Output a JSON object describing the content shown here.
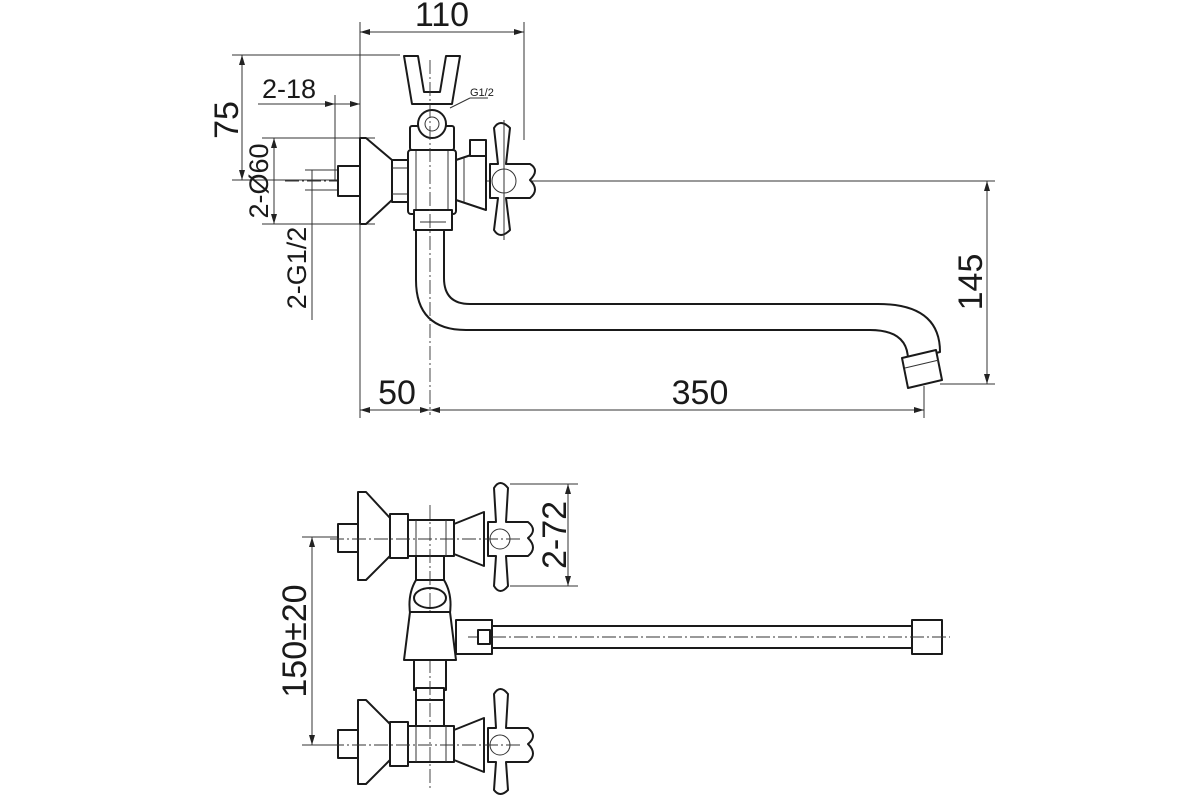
{
  "drawing": {
    "side_view": {
      "dim_width_total": "110",
      "dim_height_top": "75",
      "dim_offset_hole": "2-18",
      "dim_flange_diameter": "2-Ø60",
      "dim_thread": "2-G1/2",
      "dim_shower_thread": "G1/2",
      "dim_base_offset": "50",
      "dim_spout_length": "350",
      "dim_spout_drop": "145"
    },
    "top_view": {
      "dim_handle_spacing": "2-72",
      "dim_center_distance": "150±20"
    }
  }
}
